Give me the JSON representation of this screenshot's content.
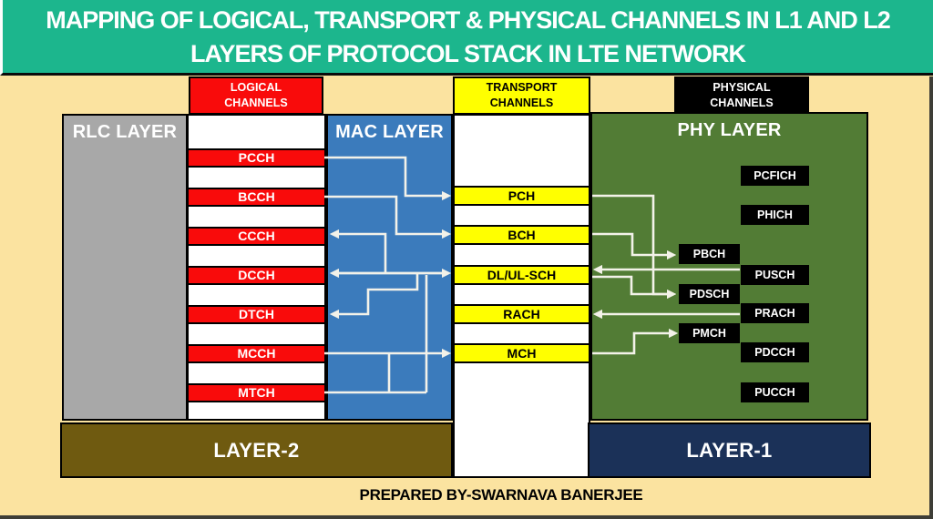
{
  "title": {
    "line1": "MAPPING OF LOGICAL, TRANSPORT & PHYSICAL CHANNELS IN L1 AND L2",
    "line2": "LAYERS OF PROTOCOL STACK IN LTE NETWORK"
  },
  "headers": {
    "logical": "LOGICAL\nCHANNELS",
    "transport": "TRANSPORT\nCHANNELS",
    "physical": "PHYSICAL\nCHANNELS"
  },
  "layers": {
    "rlc": "RLC LAYER",
    "mac": "MAC LAYER",
    "phy": "PHY LAYER",
    "layer2": "LAYER-2",
    "layer1": "LAYER-1"
  },
  "logical_channels": [
    "PCCH",
    "BCCH",
    "CCCH",
    "DCCH",
    "DTCH",
    "MCCH",
    "MTCH"
  ],
  "transport_channels": [
    "PCH",
    "BCH",
    "DL/UL-SCH",
    "RACH",
    "MCH"
  ],
  "physical_channels": [
    "PCFICH",
    "PHICH",
    "PBCH",
    "PUSCH",
    "PDSCH",
    "PRACH",
    "PMCH",
    "PDCCH",
    "PUCCH"
  ],
  "footer": "PREPARED BY-SWARNAVA BANERJEE",
  "connections": {
    "logical_transport": [
      {
        "from": "PCCH",
        "to": "PCH"
      },
      {
        "from": "BCCH",
        "to": "BCH"
      },
      {
        "from": "DL/UL-SCH",
        "to": "CCCH"
      },
      {
        "from": "DCCH",
        "to": "DL/UL-SCH",
        "bidirectional": true
      },
      {
        "from": "DL/UL-SCH",
        "to": "DTCH"
      },
      {
        "from": "MCCH",
        "to": "MCH"
      },
      {
        "from": "MTCH",
        "to": "MCH"
      },
      {
        "from": "MTCH",
        "to": "DL/UL-SCH"
      }
    ],
    "transport_physical": [
      {
        "from": "PCH",
        "to": "PDSCH"
      },
      {
        "from": "BCH",
        "to": "PBCH"
      },
      {
        "from": "PUSCH",
        "to": "DL/UL-SCH"
      },
      {
        "from": "DL/UL-SCH",
        "to": "PDSCH"
      },
      {
        "from": "PRACH",
        "to": "RACH"
      },
      {
        "from": "MCH",
        "to": "PMCH"
      }
    ]
  },
  "colors": {
    "title_bg": "#1CB68D",
    "page_bg": "#FBE3A0",
    "logical_red": "#F90B0B",
    "transport_yellow": "#FFFF00",
    "physical_black": "#000000",
    "mac_blue": "#3B7BBC",
    "phy_green": "#527C35",
    "rlc_gray": "#A8A8A8",
    "layer2_olive": "#6F5A10",
    "layer1_navy": "#1B3158",
    "arrow": "#F3F2E9"
  }
}
